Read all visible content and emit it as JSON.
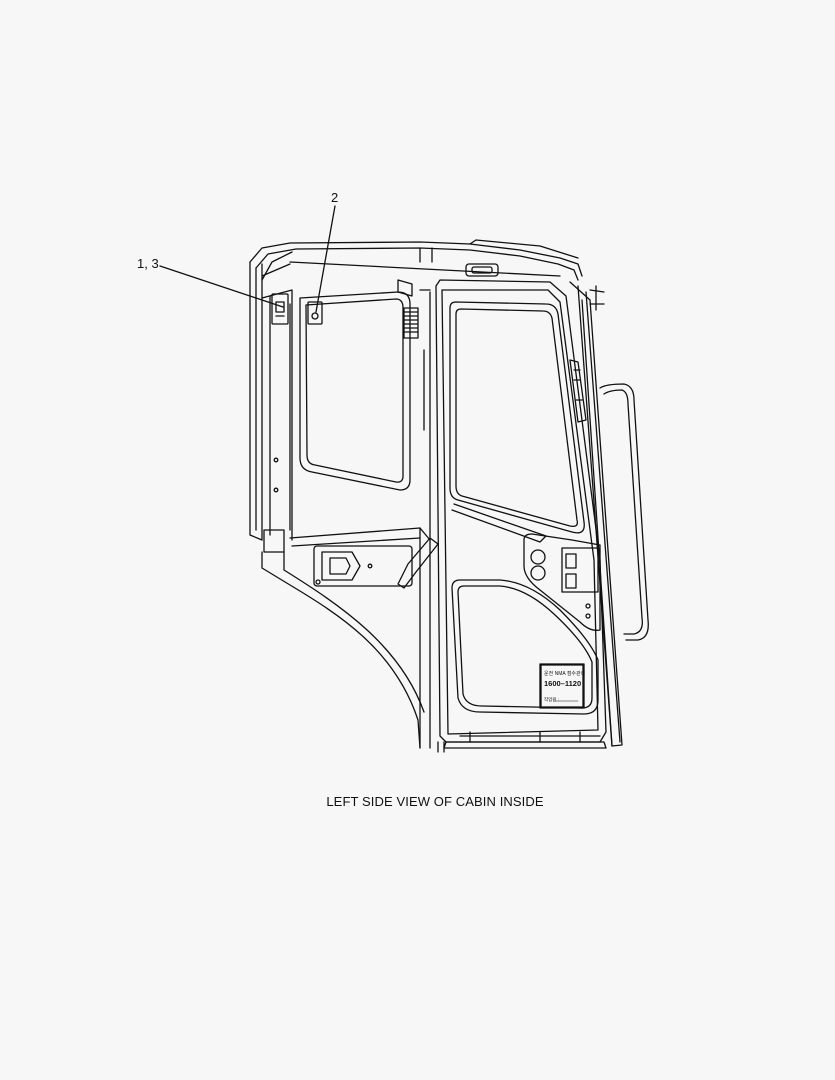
{
  "callouts": [
    {
      "label": "1, 3"
    },
    {
      "label": "2"
    }
  ],
  "caption": "LEFT SIDE VIEW OF CABIN INSIDE",
  "plate": {
    "line1": "운전 NMA 점수관리",
    "line2": "1600–1120",
    "line3": "작업원 :"
  }
}
